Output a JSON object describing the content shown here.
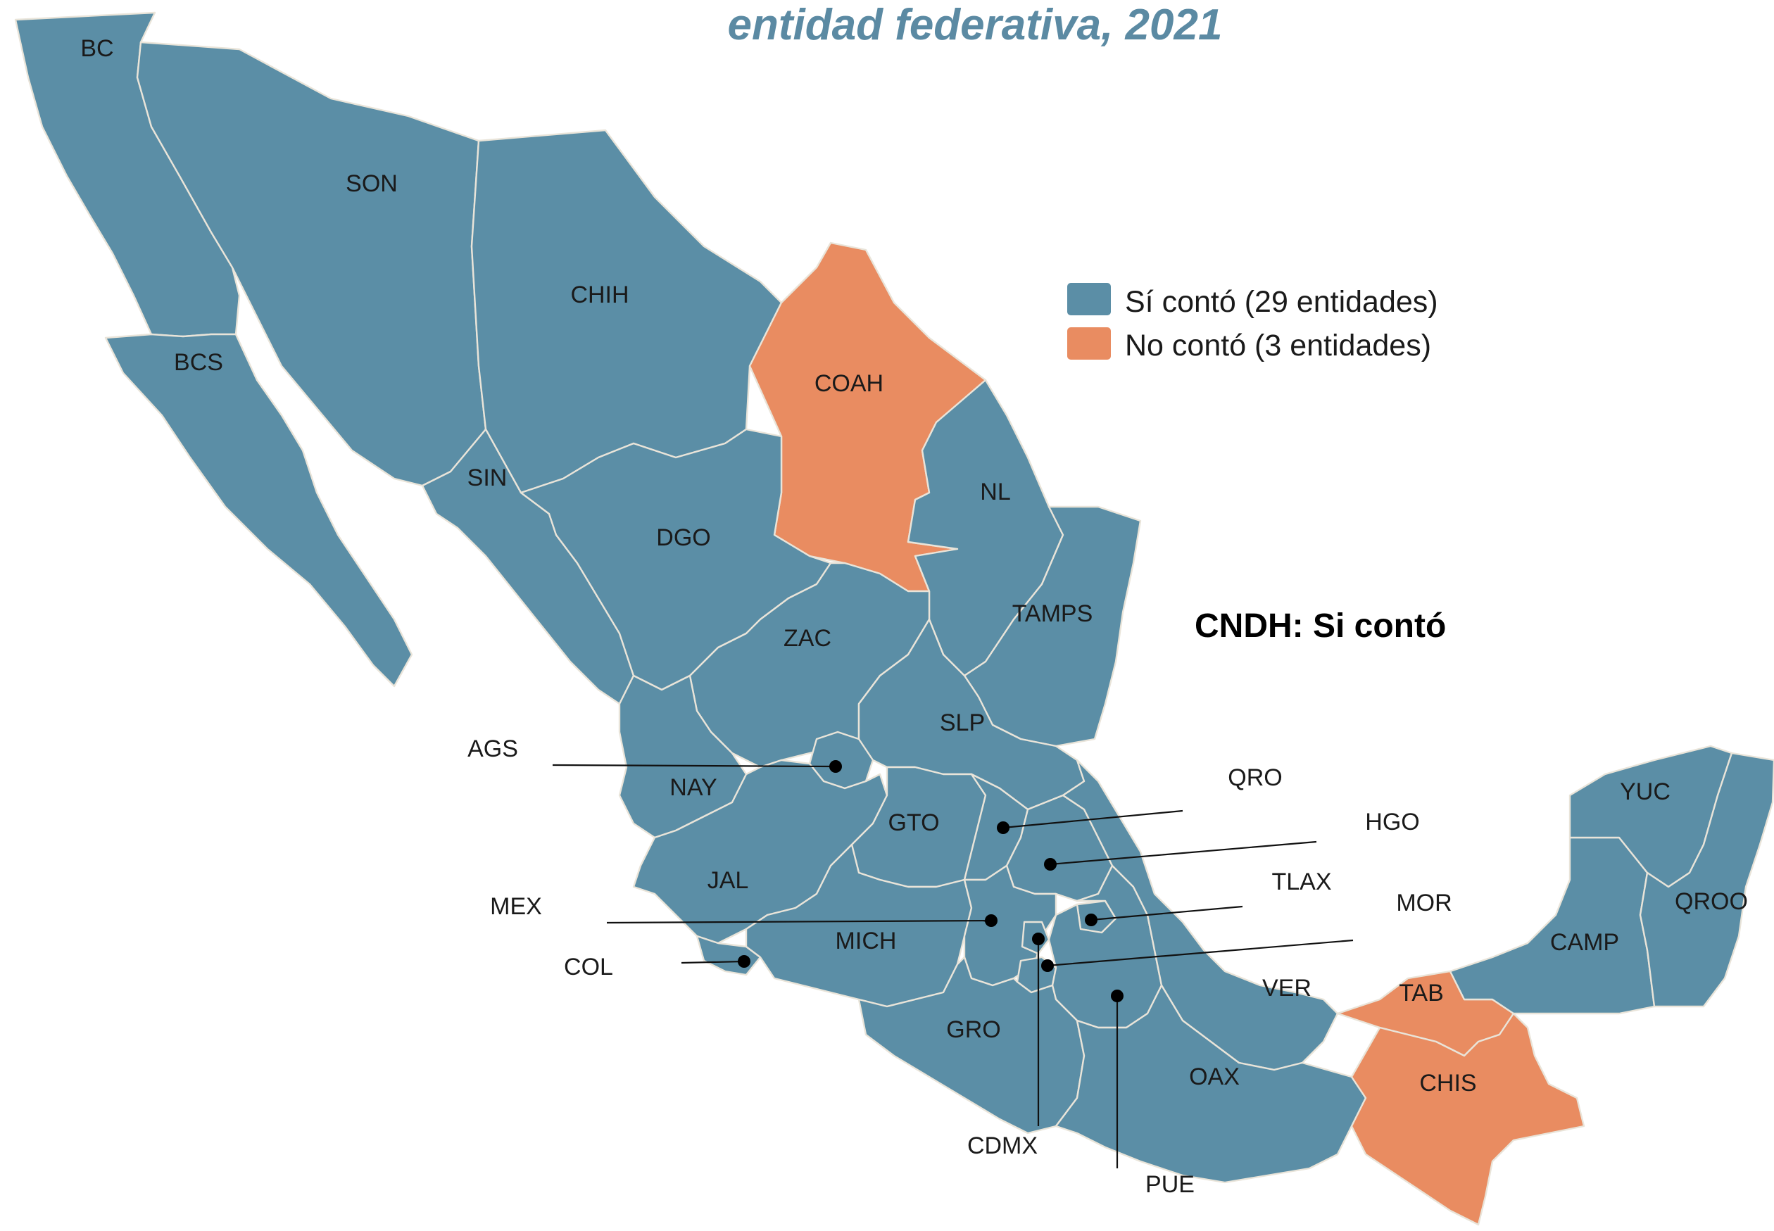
{
  "title": "entidad federativa, 2021",
  "note": "CNDH: Si contó",
  "colors": {
    "si": "#5b8ea6",
    "no": "#e98c61"
  },
  "legend": [
    {
      "label": "Sí contó (29 entidades)",
      "color": "#5b8ea6"
    },
    {
      "label": "No contó (3 entidades)",
      "color": "#e98c61"
    }
  ],
  "states": [
    {
      "abbr": "BC",
      "status": "si"
    },
    {
      "abbr": "BCS",
      "status": "si"
    },
    {
      "abbr": "SON",
      "status": "si"
    },
    {
      "abbr": "CHIH",
      "status": "si"
    },
    {
      "abbr": "COAH",
      "status": "no"
    },
    {
      "abbr": "NL",
      "status": "si"
    },
    {
      "abbr": "TAMPS",
      "status": "si"
    },
    {
      "abbr": "SIN",
      "status": "si"
    },
    {
      "abbr": "DGO",
      "status": "si"
    },
    {
      "abbr": "ZAC",
      "status": "si"
    },
    {
      "abbr": "SLP",
      "status": "si"
    },
    {
      "abbr": "NAY",
      "status": "si"
    },
    {
      "abbr": "AGS",
      "status": "si"
    },
    {
      "abbr": "JAL",
      "status": "si"
    },
    {
      "abbr": "GTO",
      "status": "si"
    },
    {
      "abbr": "QRO",
      "status": "si"
    },
    {
      "abbr": "HGO",
      "status": "si"
    },
    {
      "abbr": "COL",
      "status": "si"
    },
    {
      "abbr": "MICH",
      "status": "si"
    },
    {
      "abbr": "MEX",
      "status": "si"
    },
    {
      "abbr": "CDMX",
      "status": "si"
    },
    {
      "abbr": "MOR",
      "status": "si"
    },
    {
      "abbr": "TLAX",
      "status": "si"
    },
    {
      "abbr": "PUE",
      "status": "si"
    },
    {
      "abbr": "VER",
      "status": "si"
    },
    {
      "abbr": "GRO",
      "status": "si"
    },
    {
      "abbr": "OAX",
      "status": "si"
    },
    {
      "abbr": "TAB",
      "status": "no"
    },
    {
      "abbr": "CHIS",
      "status": "no"
    },
    {
      "abbr": "CAMP",
      "status": "si"
    },
    {
      "abbr": "YUC",
      "status": "si"
    },
    {
      "abbr": "QROO",
      "status": "si"
    }
  ]
}
